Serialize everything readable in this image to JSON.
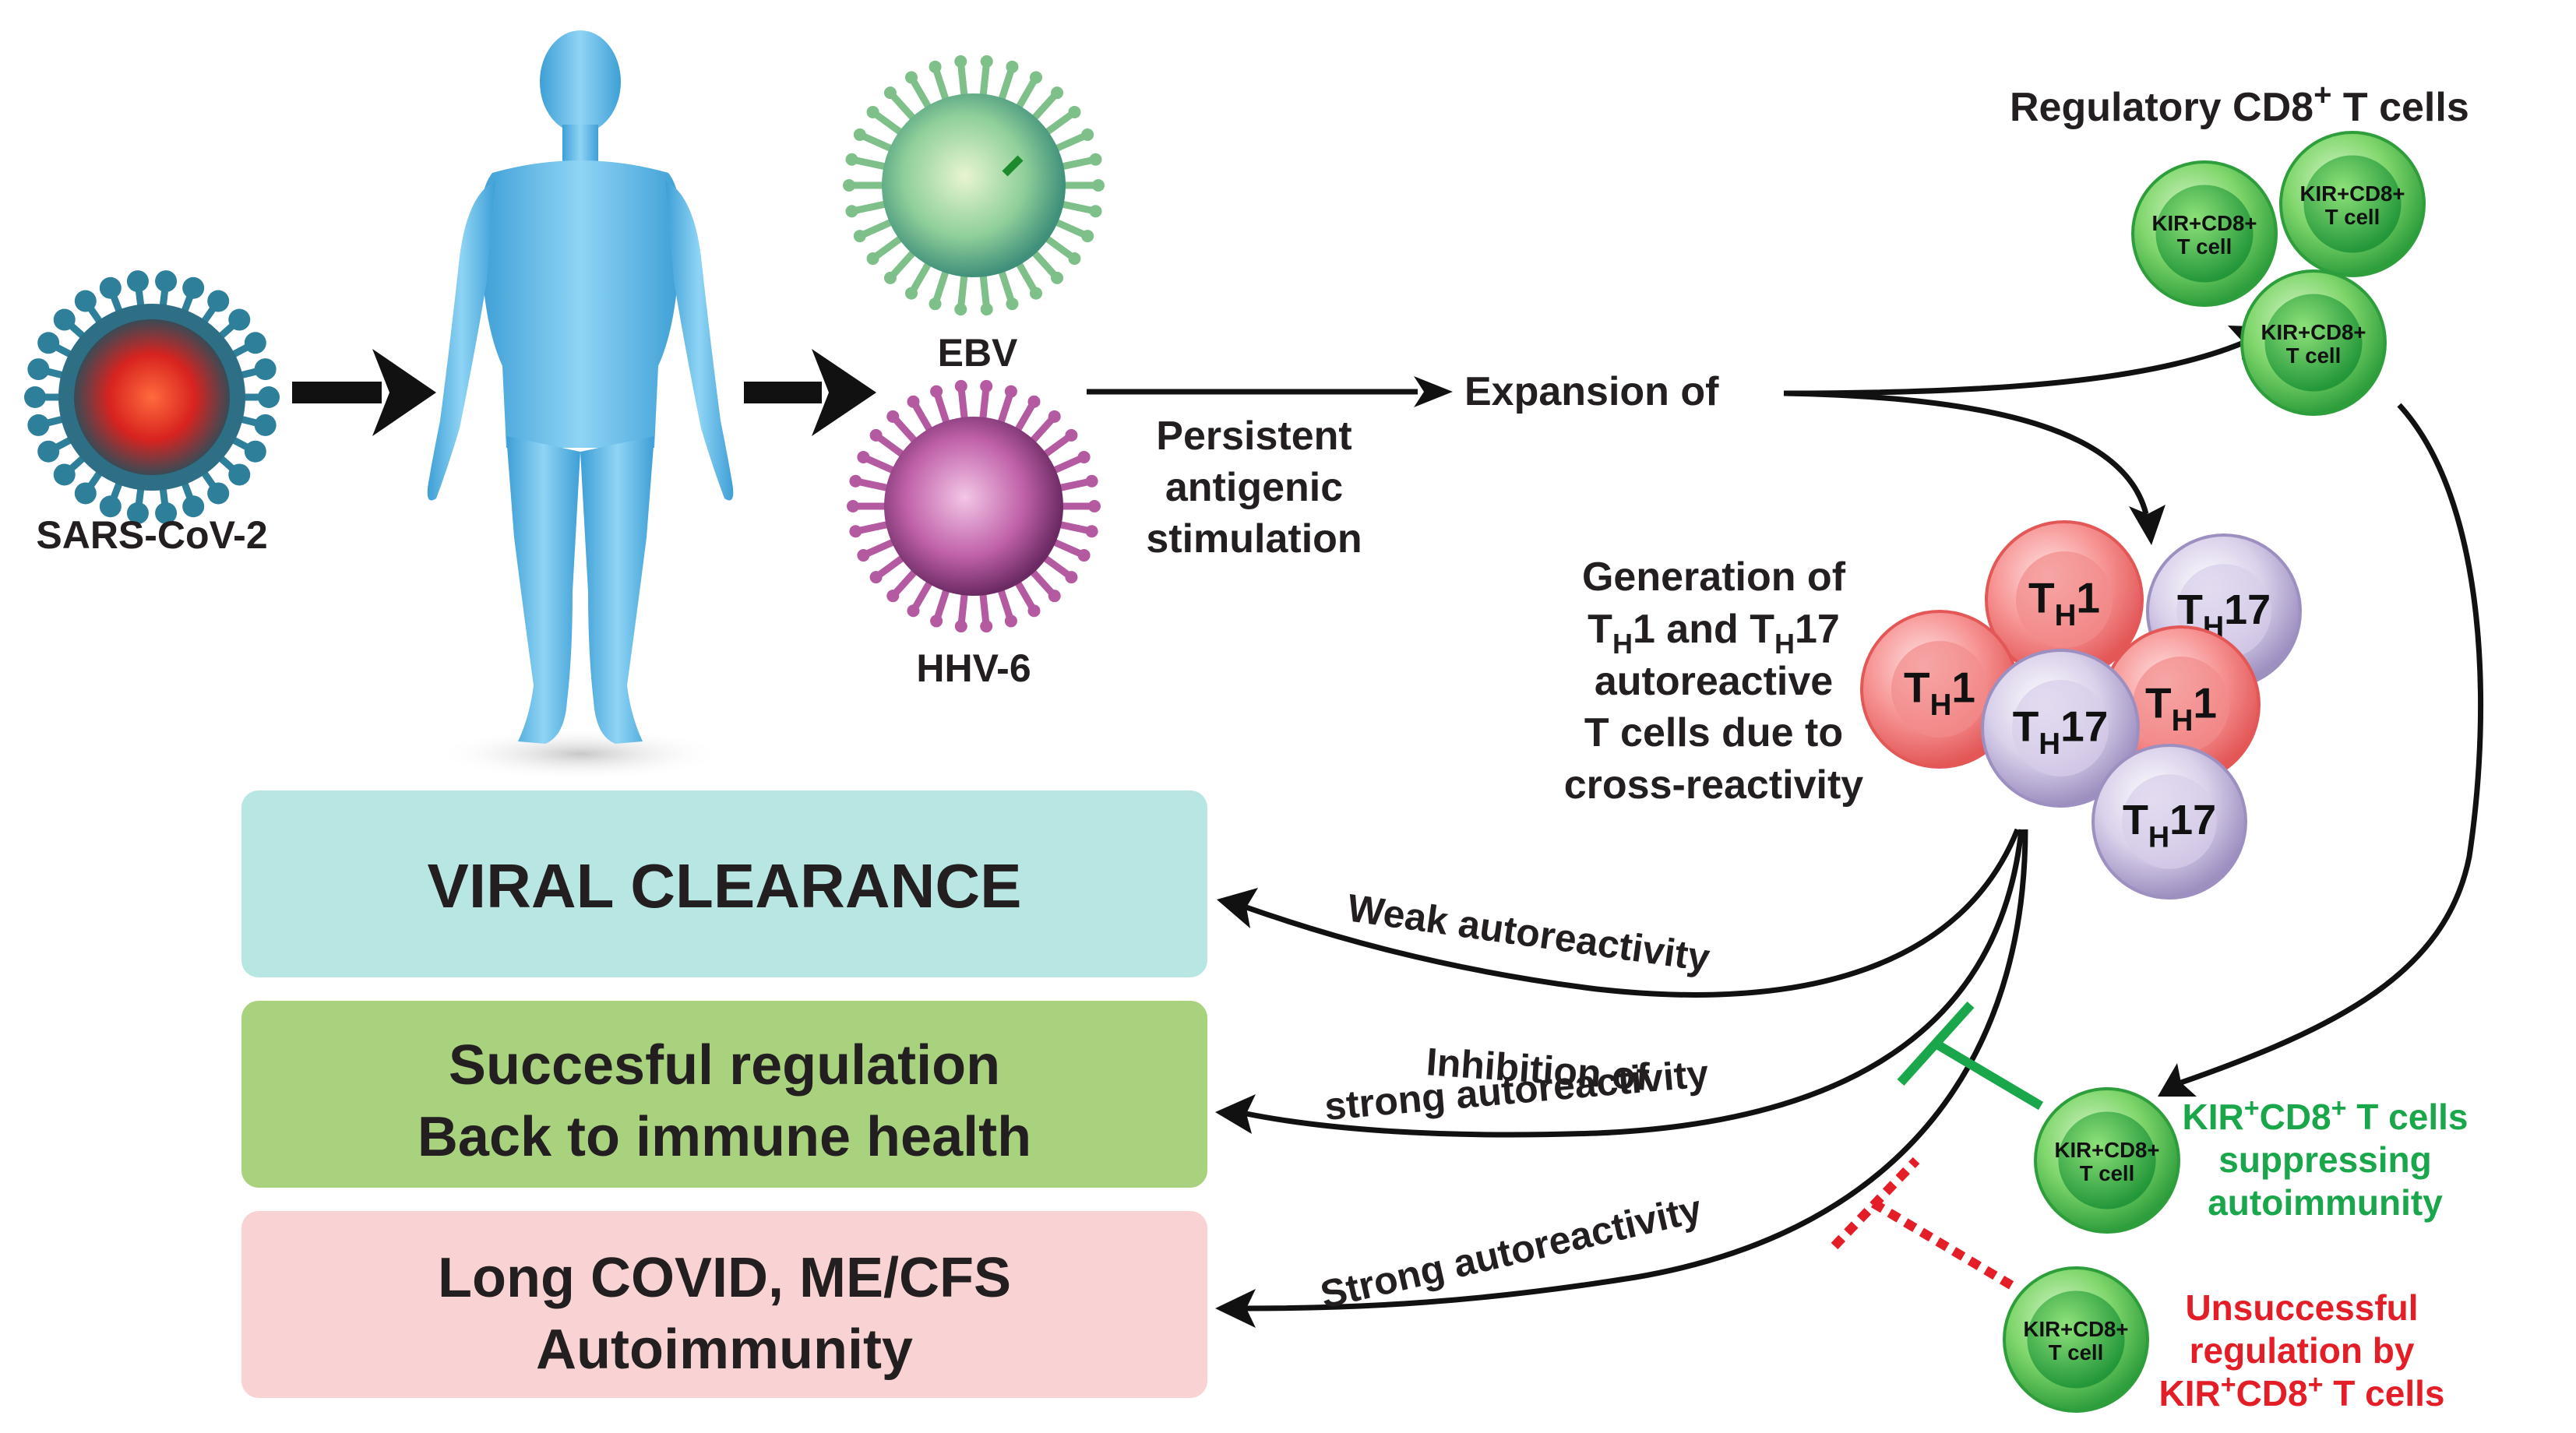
{
  "pathogens": {
    "sars": "SARS-CoV-2",
    "ebv": "EBV",
    "hhv6": "HHV-6"
  },
  "labels": {
    "persistent": [
      "Persistent",
      "antigenic",
      "stimulation"
    ],
    "expansion": "Expansion of",
    "regulatory_title": "Regulatory CD8",
    "regulatory_sup": "+",
    "regulatory_rest": " T cells",
    "generation": [
      "Generation of",
      "T_H1 and T_H17",
      "autoreactive",
      "T cells due to",
      "cross-reactivity"
    ],
    "weak": "Weak autoreactivity",
    "inhibition": [
      "Inhibition of",
      "strong autoreactivity"
    ],
    "strong": "Strong autoreactivity",
    "suppressing": [
      "KIR+CD8+ T cells",
      "suppressing",
      "autoimmunity"
    ],
    "unsuccessful": [
      "Unsuccessful",
      "regulation by",
      "KIR+CD8+ T cells"
    ]
  },
  "outcomes": {
    "viral_clearance": "VIRAL CLEARANCE",
    "success_line1": "Succesful regulation",
    "success_line2": "Back to immune health",
    "longcovid_line1": "Long COVID, ME/CFS",
    "longcovid_line2": "Autoimmunity"
  },
  "cells": {
    "kir_line1": "KIR+CD8+",
    "kir_line2": "T cell",
    "th1": "TH1",
    "th17": "TH17"
  },
  "colors": {
    "viral_box": "#b8e6e2",
    "success_box": "#a9d27f",
    "longcovid_box": "#f9d3d3",
    "green_text": "#1aa64a",
    "red_text": "#e41e26",
    "body": "#5bb8e8"
  }
}
